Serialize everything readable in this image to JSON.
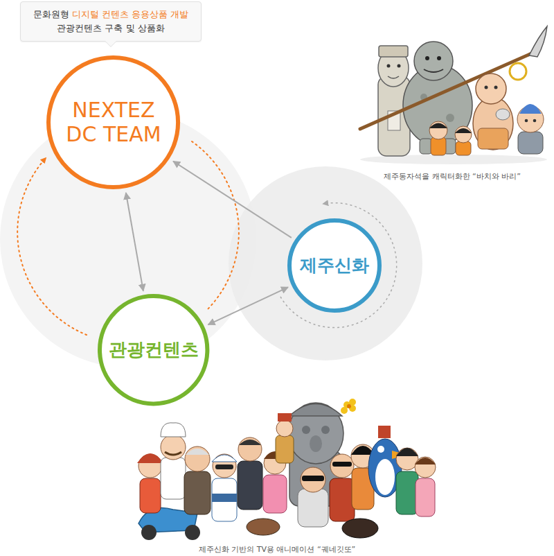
{
  "diagram": {
    "nodes": [
      {
        "text": [
          "문화원형",
          "디지털 컨텐츠 응용상품 개발",
          "관광컨텐츠 구축 및 상품화"
        ]
      },
      {
        "text": [
          "NEXTEZ DC TEAM"
        ]
      },
      {
        "text": [
          "제주신화"
        ]
      },
      {
        "text": [
          "관광컨텐츠"
        ]
      }
    ],
    "edges": [
      {
        "from": 1,
        "to": 3,
        "arrow": "both"
      },
      {
        "from": 2,
        "to": 1,
        "arrow": "to"
      },
      {
        "from": 3,
        "to": 2,
        "arrow": "both"
      }
    ],
    "labels": [
      "제주동자석을 캐릭터화한 “바치와 바리”",
      "제주신화 기반의 TV용 애니메이션 “궤네깃또”"
    ]
  }
}
